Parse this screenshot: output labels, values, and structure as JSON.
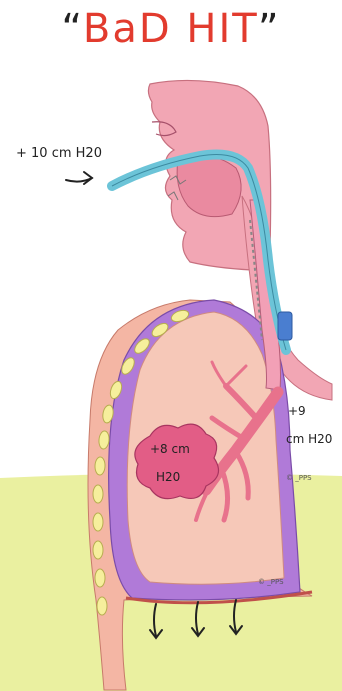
{
  "title": {
    "open_quote": "“",
    "text": "BaD HIT",
    "close_quote": "”"
  },
  "labels": {
    "airway_pressure": "+ 10 cm H20",
    "trachea_pressure_line1": "+9",
    "trachea_pressure_line2": "cm H20",
    "lesion_pressure_line1": "+8 cm",
    "lesion_pressure_line2": "H20"
  },
  "signature": "© _PPS",
  "colors": {
    "title": "#e23b2e",
    "tube": "#6cc4d8",
    "skin": "#f2a6b4",
    "lung": "#f6c8b8",
    "pleura": "#b07ad8",
    "ribs": "#f6ef9c",
    "ground": "#eaf0a0",
    "bronchi": "#e8728c",
    "lesion": "#e25d86"
  },
  "icons": [
    "arrow-right-icon",
    "arrow-down-icon"
  ]
}
